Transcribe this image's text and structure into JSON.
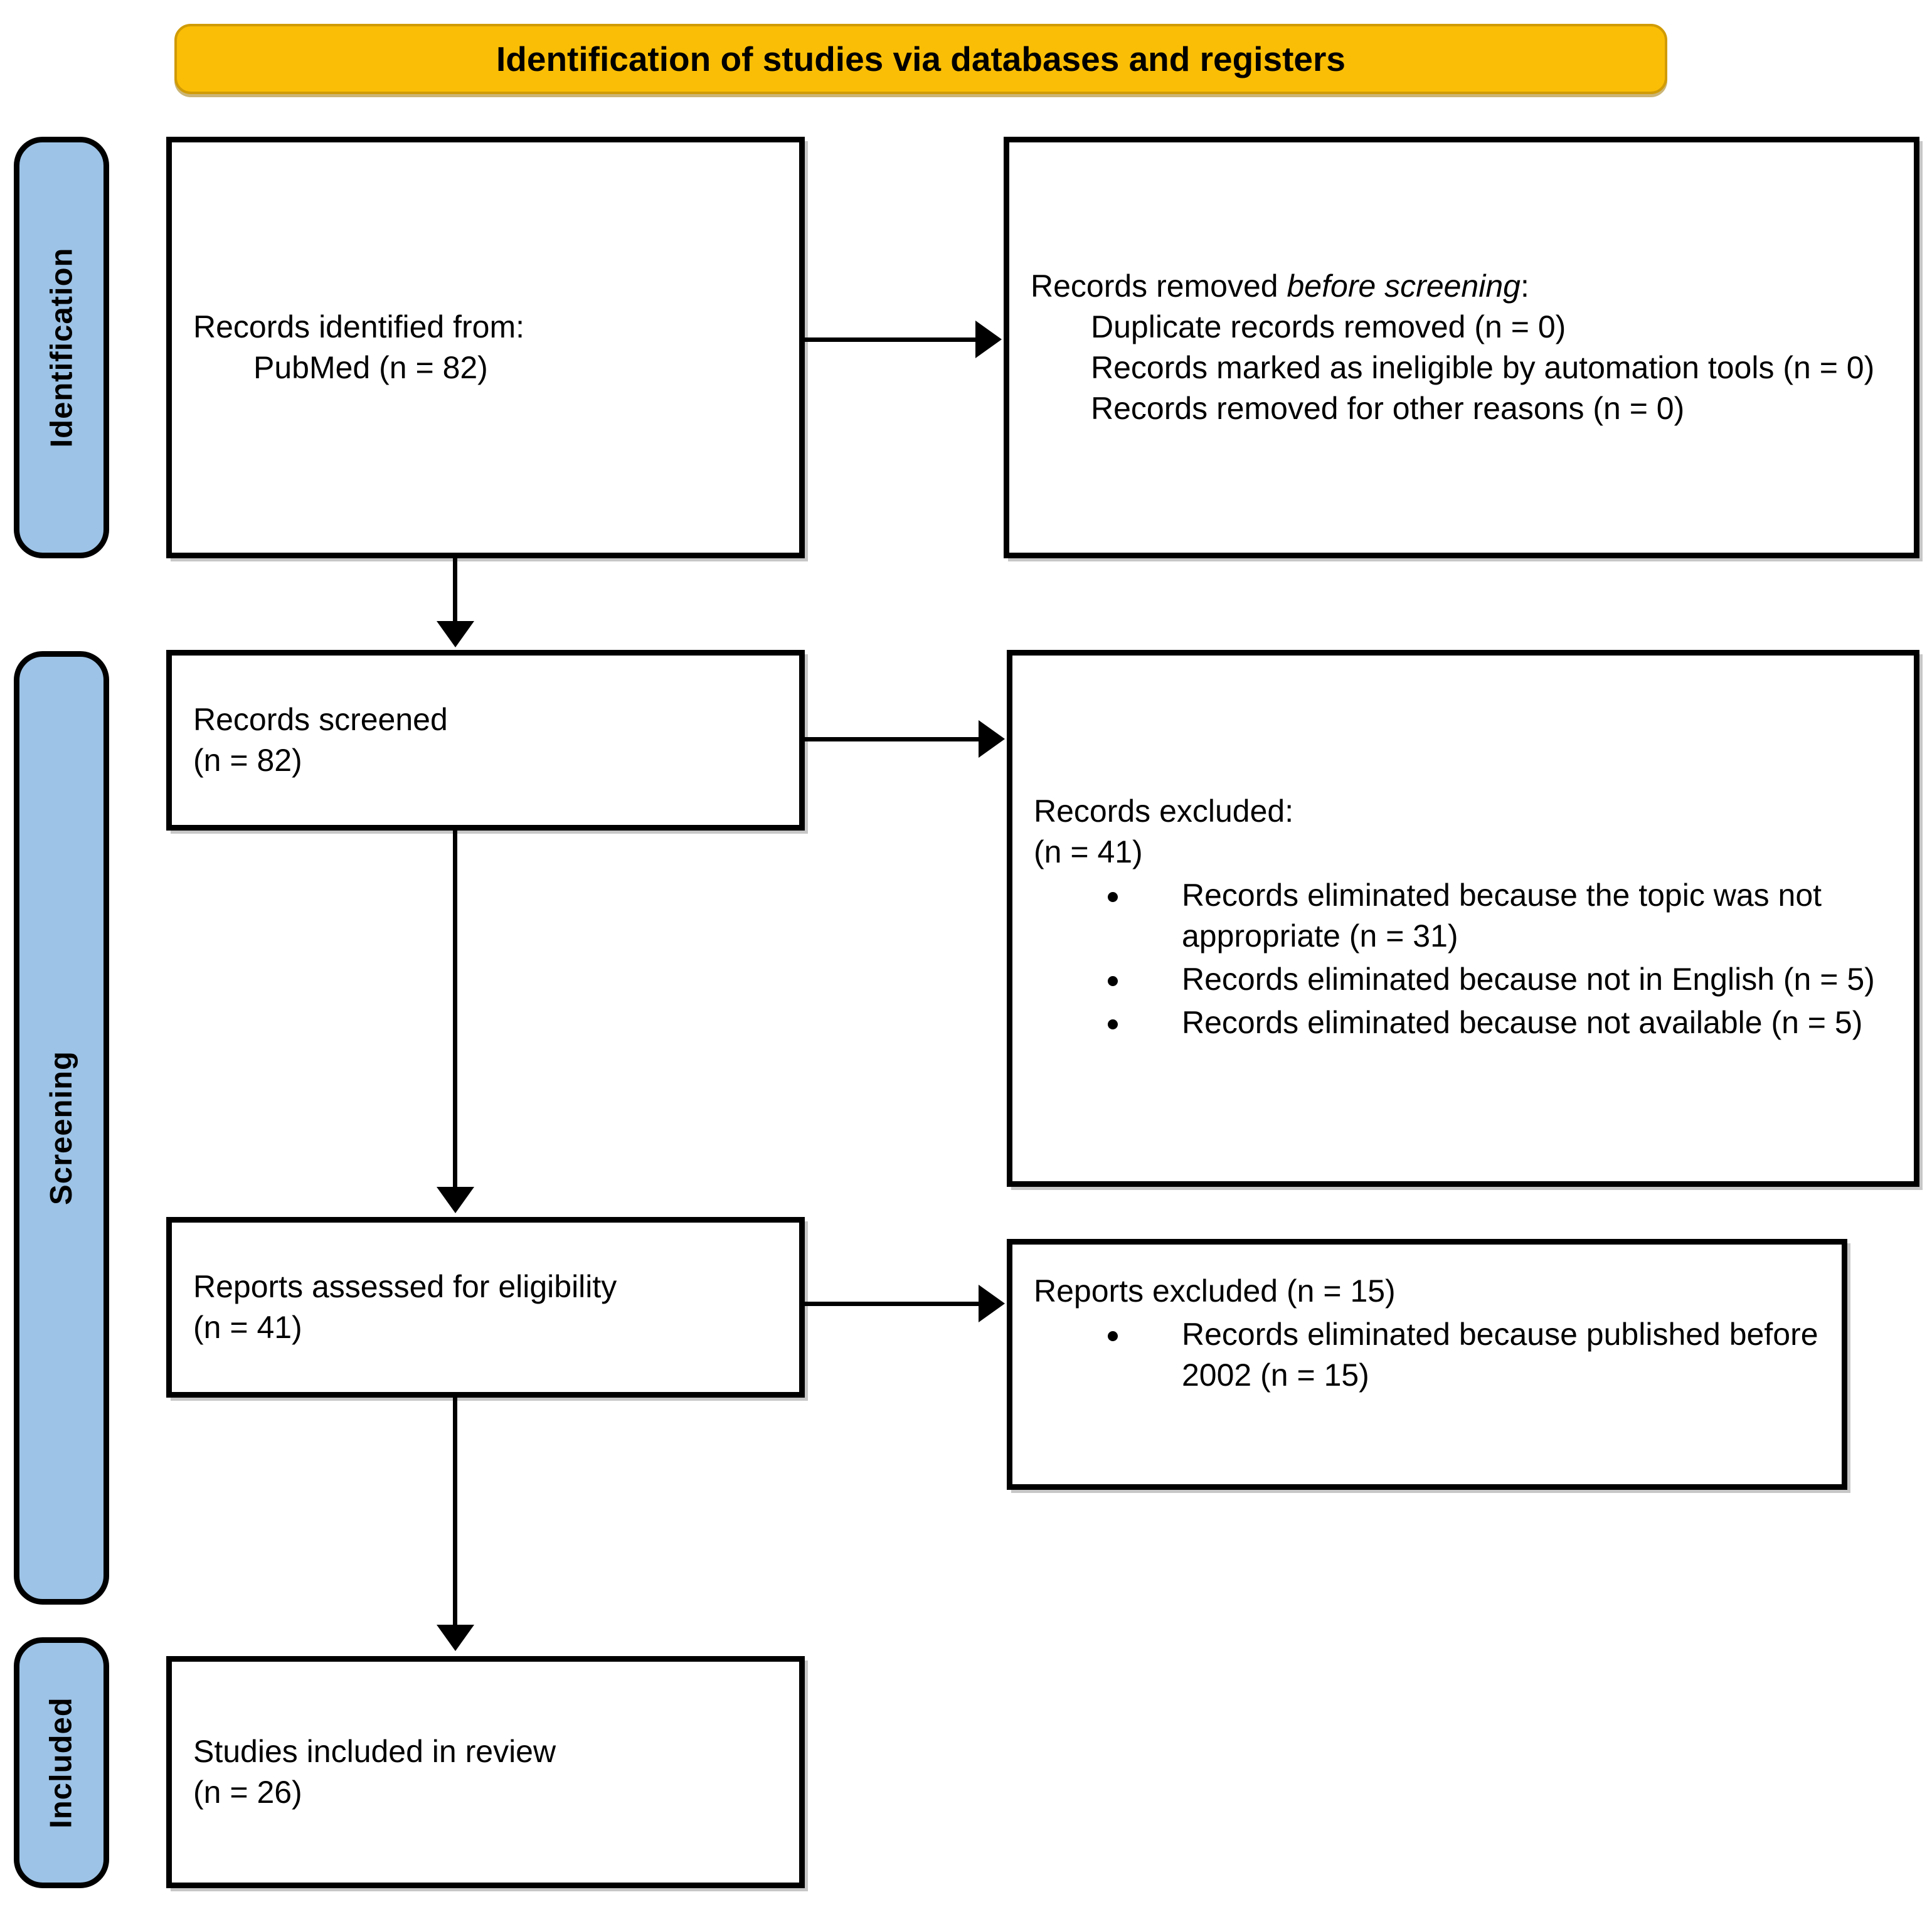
{
  "header": {
    "title": "Identification of studies via databases and registers",
    "background_color": "#FBBE06",
    "text_color": "#000000"
  },
  "stage_color": "#9DC3E6",
  "stages": [
    {
      "id": "identification",
      "label": "Identification"
    },
    {
      "id": "screening",
      "label": "Screening"
    },
    {
      "id": "included",
      "label": "Included"
    }
  ],
  "boxes": {
    "identified": {
      "line1": "Records identified from:",
      "line2": "PubMed (n = 82)"
    },
    "removed": {
      "heading_prefix": "Records removed ",
      "heading_italic": "before screening",
      "heading_suffix": ":",
      "items": [
        "Duplicate records removed (n = 0)",
        "Records marked as ineligible by automation tools (n = 0)",
        "Records removed for other reasons (n = 0)"
      ]
    },
    "screened": {
      "line1": "Records screened",
      "line2": "(n = 82)"
    },
    "records_excluded": {
      "line1": "Records excluded:",
      "line2": "(n = 41)",
      "bullets": [
        "Records eliminated because the topic was not appropriate (n = 31)",
        "Records eliminated because not in English (n = 5)",
        "Records eliminated because not available (n = 5)"
      ]
    },
    "eligibility": {
      "line1": "Reports assessed for eligibility",
      "line2": "(n = 41)"
    },
    "reports_excluded": {
      "line1": "Reports excluded (n = 15)",
      "bullets": [
        "Records eliminated because published before 2002 (n = 15)"
      ]
    },
    "included": {
      "line1": "Studies included in review",
      "line2": "(n = 26)"
    }
  },
  "chart_data": {
    "type": "diagram",
    "title": "Identification of studies via databases and registers",
    "nodes": [
      {
        "id": "identified",
        "stage": "Identification",
        "label": "Records identified from: PubMed",
        "n": 82
      },
      {
        "id": "removed",
        "stage": "Identification",
        "label": "Records removed before screening",
        "n": 0
      },
      {
        "id": "screened",
        "stage": "Screening",
        "label": "Records screened",
        "n": 82
      },
      {
        "id": "records_excluded",
        "stage": "Screening",
        "label": "Records excluded",
        "n": 41
      },
      {
        "id": "eligibility",
        "stage": "Screening",
        "label": "Reports assessed for eligibility",
        "n": 41
      },
      {
        "id": "reports_excluded",
        "stage": "Screening",
        "label": "Reports excluded",
        "n": 15
      },
      {
        "id": "included",
        "stage": "Included",
        "label": "Studies included in review",
        "n": 26
      }
    ],
    "edges": [
      {
        "from": "identified",
        "to": "removed"
      },
      {
        "from": "identified",
        "to": "screened"
      },
      {
        "from": "screened",
        "to": "records_excluded"
      },
      {
        "from": "screened",
        "to": "eligibility"
      },
      {
        "from": "eligibility",
        "to": "reports_excluded"
      },
      {
        "from": "eligibility",
        "to": "included"
      }
    ],
    "breakdowns": {
      "records_excluded": [
        {
          "reason": "topic was not appropriate",
          "n": 31
        },
        {
          "reason": "not in English",
          "n": 5
        },
        {
          "reason": "not available",
          "n": 5
        }
      ],
      "reports_excluded": [
        {
          "reason": "published before 2002",
          "n": 15
        }
      ],
      "removed_before_screening": [
        {
          "reason": "Duplicate records removed",
          "n": 0
        },
        {
          "reason": "Records marked as ineligible by automation tools",
          "n": 0
        },
        {
          "reason": "Records removed for other reasons",
          "n": 0
        }
      ]
    }
  }
}
